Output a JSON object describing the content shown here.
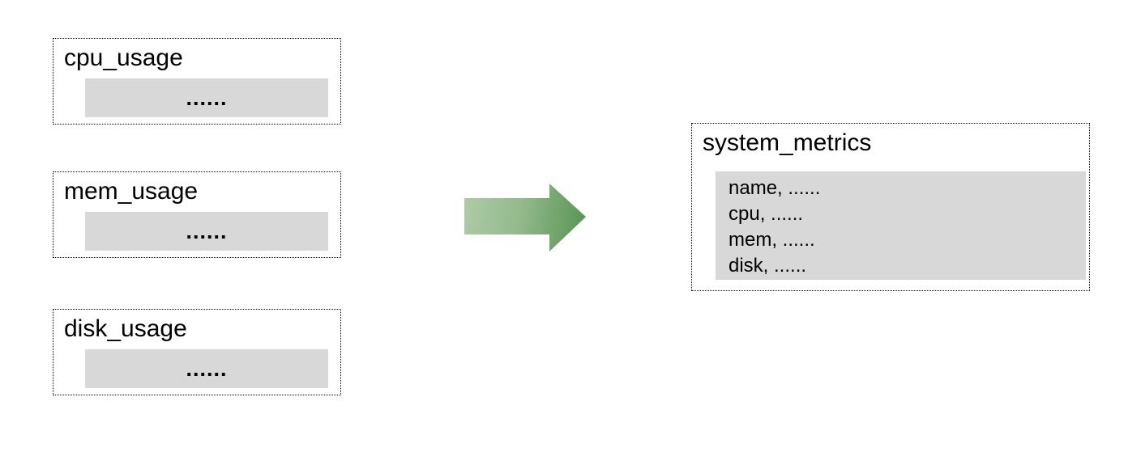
{
  "diagram": {
    "background": "#ffffff",
    "colors": {
      "panel_fill": "#d8d8d8",
      "border": "#000000",
      "arrow_gradient_light": "#aecca8",
      "arrow_gradient_dark": "#559250"
    },
    "source_tables": [
      {
        "title": "cpu_usage",
        "body": "......"
      },
      {
        "title": "mem_usage",
        "body": "......"
      },
      {
        "title": "disk_usage",
        "body": "......"
      }
    ],
    "arrow": {
      "direction": "right"
    },
    "result_table": {
      "title": "system_metrics",
      "rows": [
        "name, ......",
        "cpu, ......",
        "mem, ......",
        "disk, ......"
      ]
    }
  }
}
